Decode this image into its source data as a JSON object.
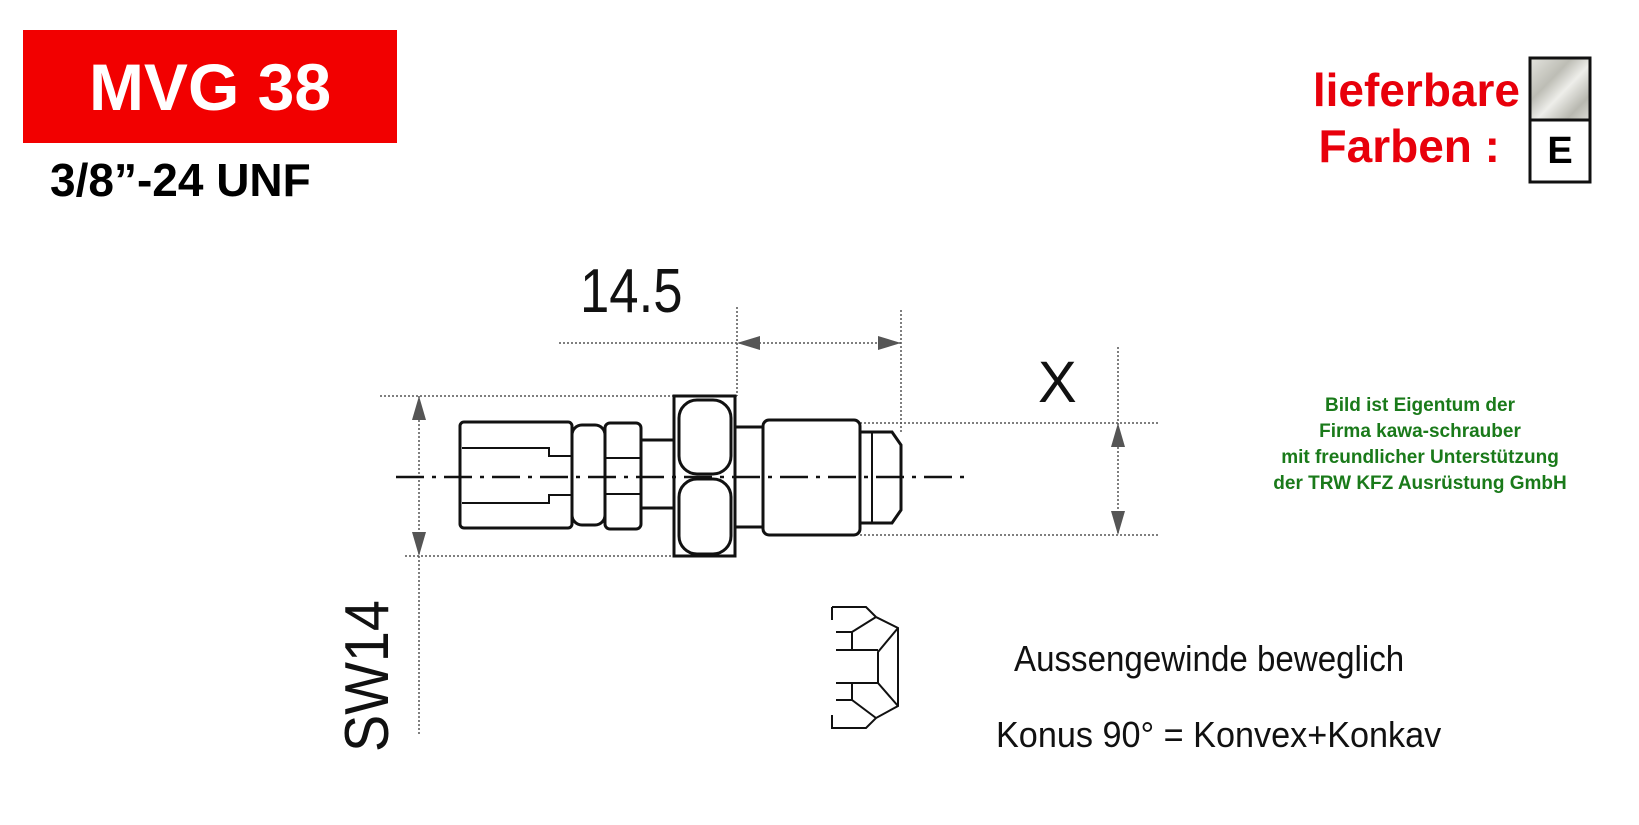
{
  "header": {
    "title": "MVG 38",
    "thread": "3/8”-24 UNF",
    "title_bg_color": "#f20000"
  },
  "colors_panel": {
    "label_line1": "lieferbare",
    "label_line2": "Farben :",
    "label_color": "#e8000b",
    "swatches": [
      {
        "name": "silver-zinc",
        "color": "#c9c9c3",
        "label": ""
      },
      {
        "name": "E",
        "color": "#ffffff",
        "label": "E"
      }
    ]
  },
  "credit": {
    "lines": [
      "Bild ist Eigentum der",
      "Firma kawa-schrauber",
      "mit freundlicher Unterstützung",
      "der TRW KFZ Ausrüstung GmbH"
    ],
    "color": "#1a7a1a"
  },
  "drawing": {
    "length_dimension": "14.5",
    "thread_dimension": "X",
    "wrench_size": "SW14"
  },
  "notes": {
    "line1": "Aussengewinde beweglich",
    "line2": "Konus 90° = Konvex+Konkav"
  }
}
